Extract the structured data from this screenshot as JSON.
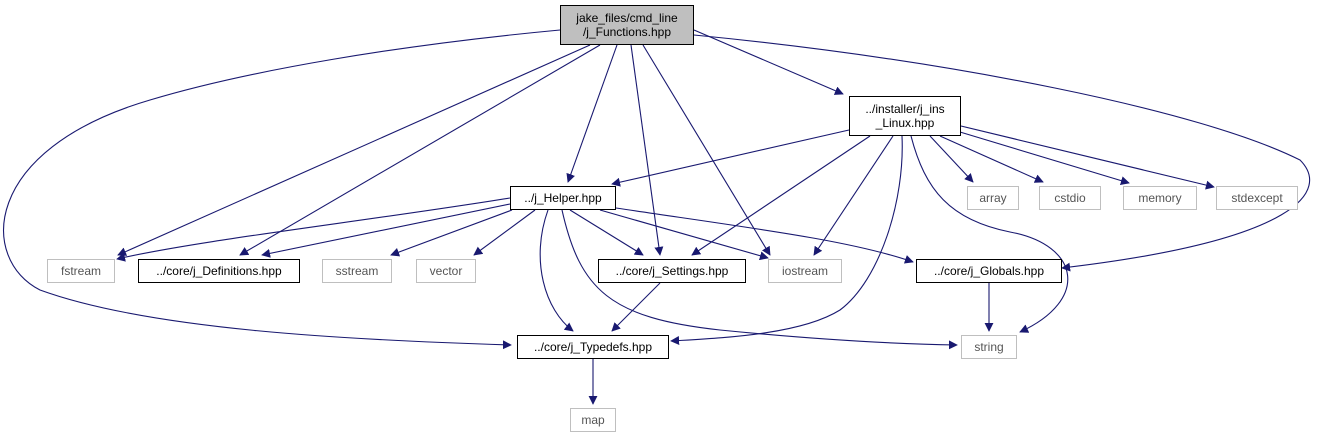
{
  "graph": {
    "title": "jake_files/cmd_line/j_Functions.hpp",
    "nodes": [
      {
        "id": "functions",
        "label": "jake_files/cmd_line\n/j_Functions.hpp",
        "kind": "root"
      },
      {
        "id": "installer",
        "label": "../installer/j_ins\n_Linux.hpp",
        "kind": "internal"
      },
      {
        "id": "helper",
        "label": "../j_Helper.hpp",
        "kind": "internal"
      },
      {
        "id": "array",
        "label": "array",
        "kind": "system"
      },
      {
        "id": "cstdio",
        "label": "cstdio",
        "kind": "system"
      },
      {
        "id": "memory",
        "label": "memory",
        "kind": "system"
      },
      {
        "id": "stdexcept",
        "label": "stdexcept",
        "kind": "system"
      },
      {
        "id": "fstream",
        "label": "fstream",
        "kind": "system"
      },
      {
        "id": "definitions",
        "label": "../core/j_Definitions.hpp",
        "kind": "internal"
      },
      {
        "id": "sstream",
        "label": "sstream",
        "kind": "system"
      },
      {
        "id": "vector",
        "label": "vector",
        "kind": "system"
      },
      {
        "id": "settings",
        "label": "../core/j_Settings.hpp",
        "kind": "internal"
      },
      {
        "id": "iostream",
        "label": "iostream",
        "kind": "system"
      },
      {
        "id": "globals",
        "label": "../core/j_Globals.hpp",
        "kind": "internal"
      },
      {
        "id": "string",
        "label": "string",
        "kind": "system"
      },
      {
        "id": "typedefs",
        "label": "../core/j_Typedefs.hpp",
        "kind": "internal"
      },
      {
        "id": "map",
        "label": "map",
        "kind": "system"
      }
    ],
    "edges": [
      {
        "from": "functions",
        "to": "installer"
      },
      {
        "from": "functions",
        "to": "helper"
      },
      {
        "from": "functions",
        "to": "fstream"
      },
      {
        "from": "functions",
        "to": "definitions"
      },
      {
        "from": "functions",
        "to": "settings"
      },
      {
        "from": "functions",
        "to": "iostream"
      },
      {
        "from": "functions",
        "to": "globals"
      },
      {
        "from": "functions",
        "to": "typedefs"
      },
      {
        "from": "installer",
        "to": "helper"
      },
      {
        "from": "installer",
        "to": "array"
      },
      {
        "from": "installer",
        "to": "cstdio"
      },
      {
        "from": "installer",
        "to": "memory"
      },
      {
        "from": "installer",
        "to": "stdexcept"
      },
      {
        "from": "installer",
        "to": "settings"
      },
      {
        "from": "installer",
        "to": "iostream"
      },
      {
        "from": "installer",
        "to": "typedefs"
      },
      {
        "from": "installer",
        "to": "string"
      },
      {
        "from": "helper",
        "to": "fstream"
      },
      {
        "from": "helper",
        "to": "definitions"
      },
      {
        "from": "helper",
        "to": "sstream"
      },
      {
        "from": "helper",
        "to": "vector"
      },
      {
        "from": "helper",
        "to": "settings"
      },
      {
        "from": "helper",
        "to": "iostream"
      },
      {
        "from": "helper",
        "to": "globals"
      },
      {
        "from": "helper",
        "to": "typedefs"
      },
      {
        "from": "helper",
        "to": "string"
      },
      {
        "from": "settings",
        "to": "typedefs"
      },
      {
        "from": "globals",
        "to": "string"
      },
      {
        "from": "typedefs",
        "to": "map"
      }
    ],
    "colors": {
      "edge": "#191970",
      "root_fill": "#bfbfbf",
      "system_border": "#bfbfbf",
      "internal_border": "#000000"
    }
  }
}
